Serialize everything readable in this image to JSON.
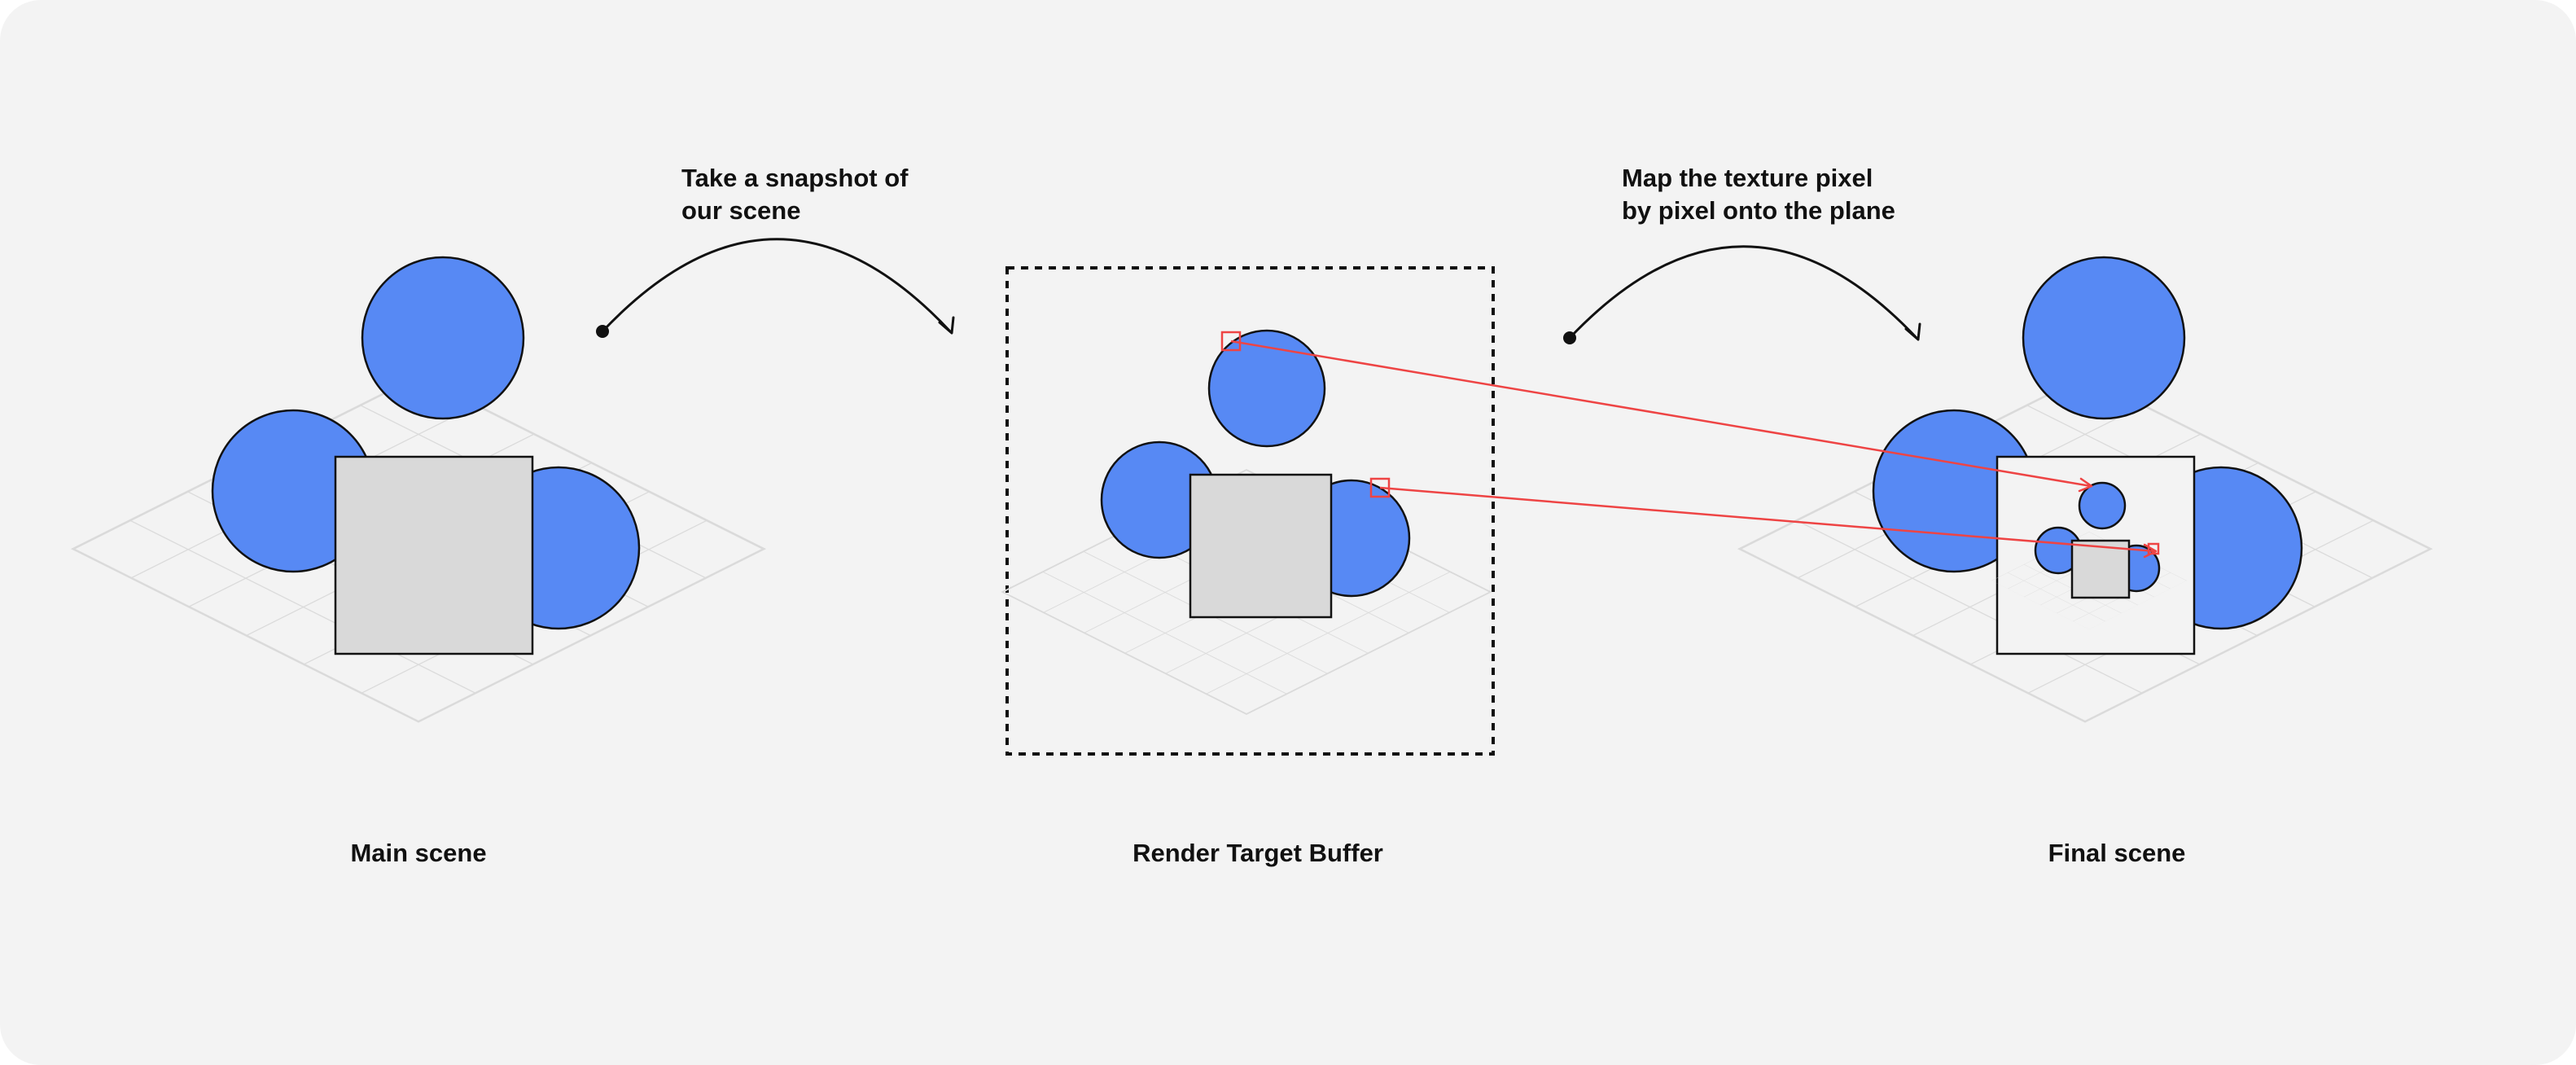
{
  "colors": {
    "background": "#f3f3f3",
    "sphere": "#5789f4",
    "cube": "#d9d9d9",
    "grid": "#dcdcdc",
    "outline": "#111111",
    "pixel_mapping": "#ee4444"
  },
  "icons": {
    "curved_arrow": "arc-arrow-icon",
    "pixel_sample": "red-square-marker-icon"
  },
  "captions": {
    "main_scene": "Main scene",
    "render_target": "Render Target Buffer",
    "final_scene": "Final scene"
  },
  "notes": {
    "snapshot": [
      "Take a snapshot of",
      "our scene"
    ],
    "map_texture": [
      "Map the texture pixel",
      "by pixel onto the plane"
    ]
  }
}
